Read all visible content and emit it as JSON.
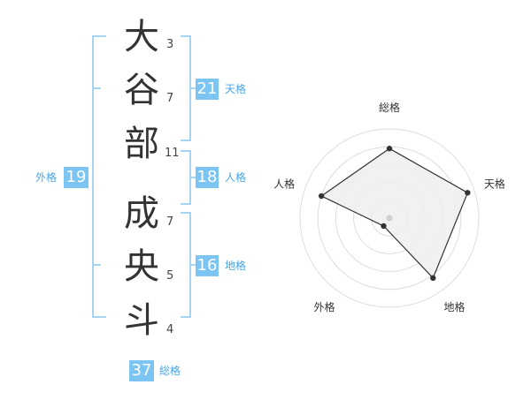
{
  "name_chars": [
    {
      "char": "大",
      "strokes": "3"
    },
    {
      "char": "谷",
      "strokes": "7"
    },
    {
      "char": "部",
      "strokes": "11"
    },
    {
      "char": "成",
      "strokes": "7"
    },
    {
      "char": "央",
      "strokes": "5"
    },
    {
      "char": "斗",
      "strokes": "4"
    }
  ],
  "fortunes": {
    "tenkaku": {
      "value": "21",
      "label": "天格"
    },
    "jinkaku": {
      "value": "18",
      "label": "人格"
    },
    "chikaku": {
      "value": "16",
      "label": "地格"
    },
    "gaikaku": {
      "value": "19",
      "label": "外格"
    },
    "soukaku": {
      "value": "37",
      "label": "総格"
    }
  },
  "chart_data": {
    "type": "radar",
    "axes": [
      "総格",
      "天格",
      "地格",
      "外格",
      "人格"
    ],
    "values": [
      0.78,
      0.92,
      0.83,
      0.11,
      0.8
    ],
    "range": [
      0,
      1
    ],
    "grid": true,
    "colors": {
      "fill": "#efefef",
      "stroke": "#333333",
      "grid": "#dddddd"
    }
  }
}
